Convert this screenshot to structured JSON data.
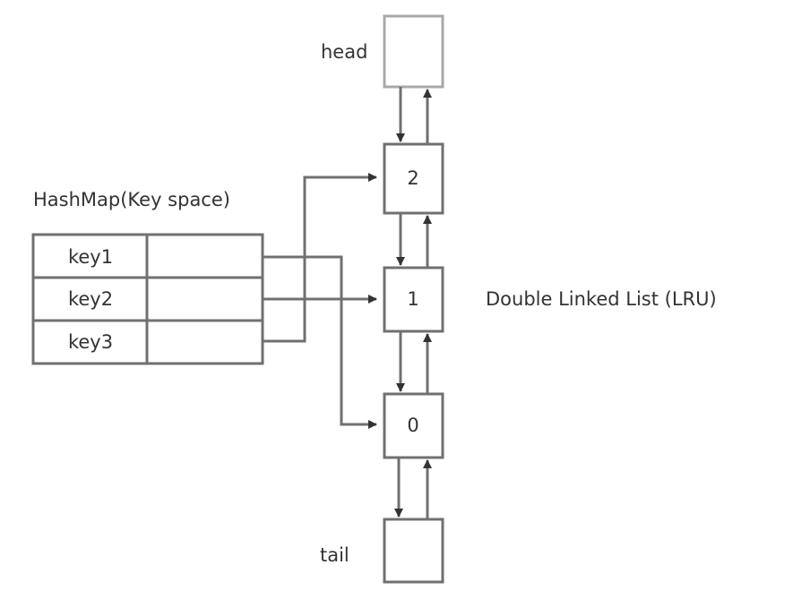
{
  "diagram": {
    "hashmap": {
      "title": "HashMap(Key space)",
      "rows": [
        {
          "key": "key1",
          "points_to": "0"
        },
        {
          "key": "key2",
          "points_to": "1"
        },
        {
          "key": "key3",
          "points_to": "2"
        }
      ]
    },
    "list": {
      "title": "Double Linked List (LRU)",
      "head_label": "head",
      "tail_label": "tail",
      "nodes": [
        {
          "id": "head",
          "label": ""
        },
        {
          "id": "n2",
          "label": "2"
        },
        {
          "id": "n1",
          "label": "1"
        },
        {
          "id": "n0",
          "label": "0"
        },
        {
          "id": "tail",
          "label": ""
        }
      ]
    },
    "colors": {
      "stroke": "#707070",
      "head_stroke": "#a8a8a8",
      "arrow": "#333333",
      "text": "#333333"
    }
  }
}
